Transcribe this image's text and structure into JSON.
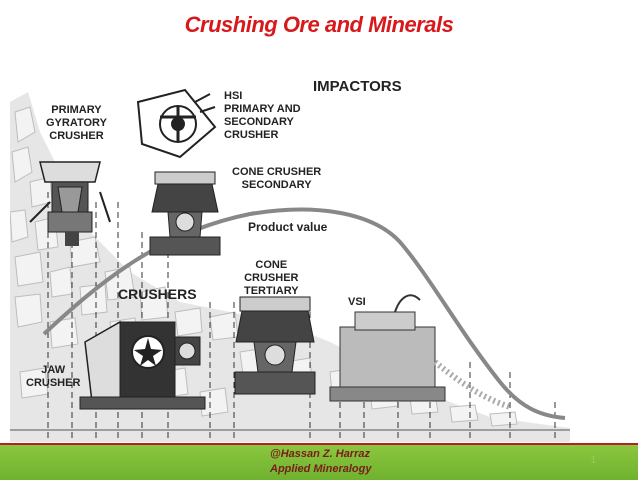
{
  "slide": {
    "title": "Crushing Ore and Minerals"
  },
  "diagram": {
    "labels": {
      "impactors": "IMPACTORS",
      "hsi": [
        "HSI",
        "PRIMARY AND",
        "SECONDARY",
        "CRUSHER"
      ],
      "gyratory": [
        "PRIMARY",
        "GYRATORY",
        "CRUSHER"
      ],
      "cone_secondary": [
        "CONE CRUSHER",
        "SECONDARY"
      ],
      "product_value": "Product value",
      "cone_tertiary": [
        "CONE",
        "CRUSHER",
        "TERTIARY"
      ],
      "crushers": "CRUSHERS",
      "vsi": "VSI",
      "jaw": [
        "JAW",
        "CRUSHER"
      ]
    }
  },
  "footer": {
    "author": "@Hassan Z. Harraz",
    "course": "Applied Mineralogy",
    "page": "1"
  },
  "colors": {
    "title": "#d7191c",
    "footer_bg": "#7cbc36",
    "footer_line": "#b22222"
  }
}
